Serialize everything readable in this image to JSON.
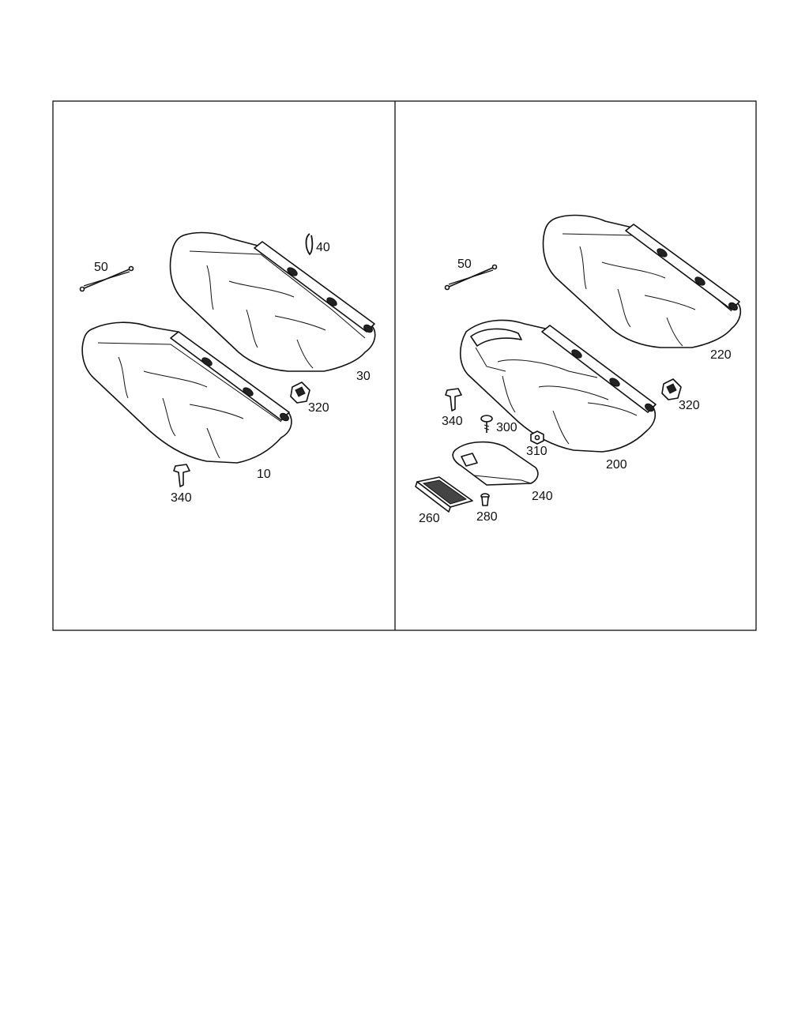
{
  "diagram": {
    "panels": [
      {
        "id": "left",
        "callouts": [
          {
            "part": "seat-back-cover",
            "label": "30"
          },
          {
            "part": "seat-cushion-cover",
            "label": "10"
          },
          {
            "part": "wire-hook",
            "label": "40"
          },
          {
            "part": "tie-wire",
            "label": "50"
          },
          {
            "part": "cover-clip",
            "label": "320"
          },
          {
            "part": "push-pin-clip",
            "label": "340"
          }
        ]
      },
      {
        "id": "right",
        "callouts": [
          {
            "part": "seat-back-cover",
            "label": "220"
          },
          {
            "part": "seat-cushion-cover",
            "label": "200"
          },
          {
            "part": "tie-wire",
            "label": "50"
          },
          {
            "part": "cover-clip",
            "label": "320"
          },
          {
            "part": "push-pin-clip",
            "label": "340"
          },
          {
            "part": "screw",
            "label": "300"
          },
          {
            "part": "nut",
            "label": "310"
          },
          {
            "part": "center-trim-panel",
            "label": "240"
          },
          {
            "part": "trim-strip",
            "label": "260"
          },
          {
            "part": "small-clip",
            "label": "280"
          }
        ]
      }
    ]
  }
}
